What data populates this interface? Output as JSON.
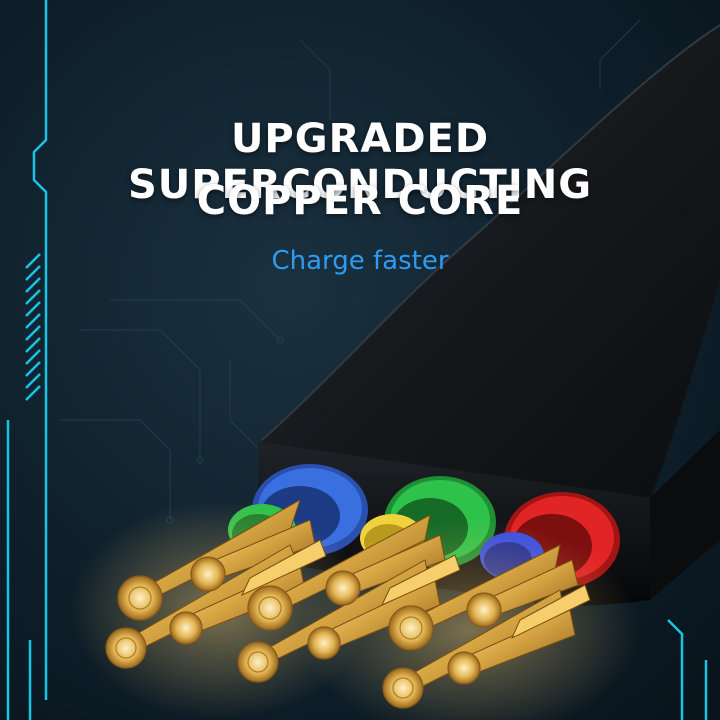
{
  "headline": {
    "line1": "UPGRADED SUPERCONDUCTING",
    "line2": "COPPER CORE"
  },
  "subheadline": "Charge faster",
  "colors": {
    "accent_cyan": "#19c3e6",
    "subheadline_blue": "#2d9cf0",
    "wire_blue": "#3a6fe0",
    "wire_green": "#2fc24a",
    "wire_red": "#e12525",
    "copper": "#d9a845"
  }
}
